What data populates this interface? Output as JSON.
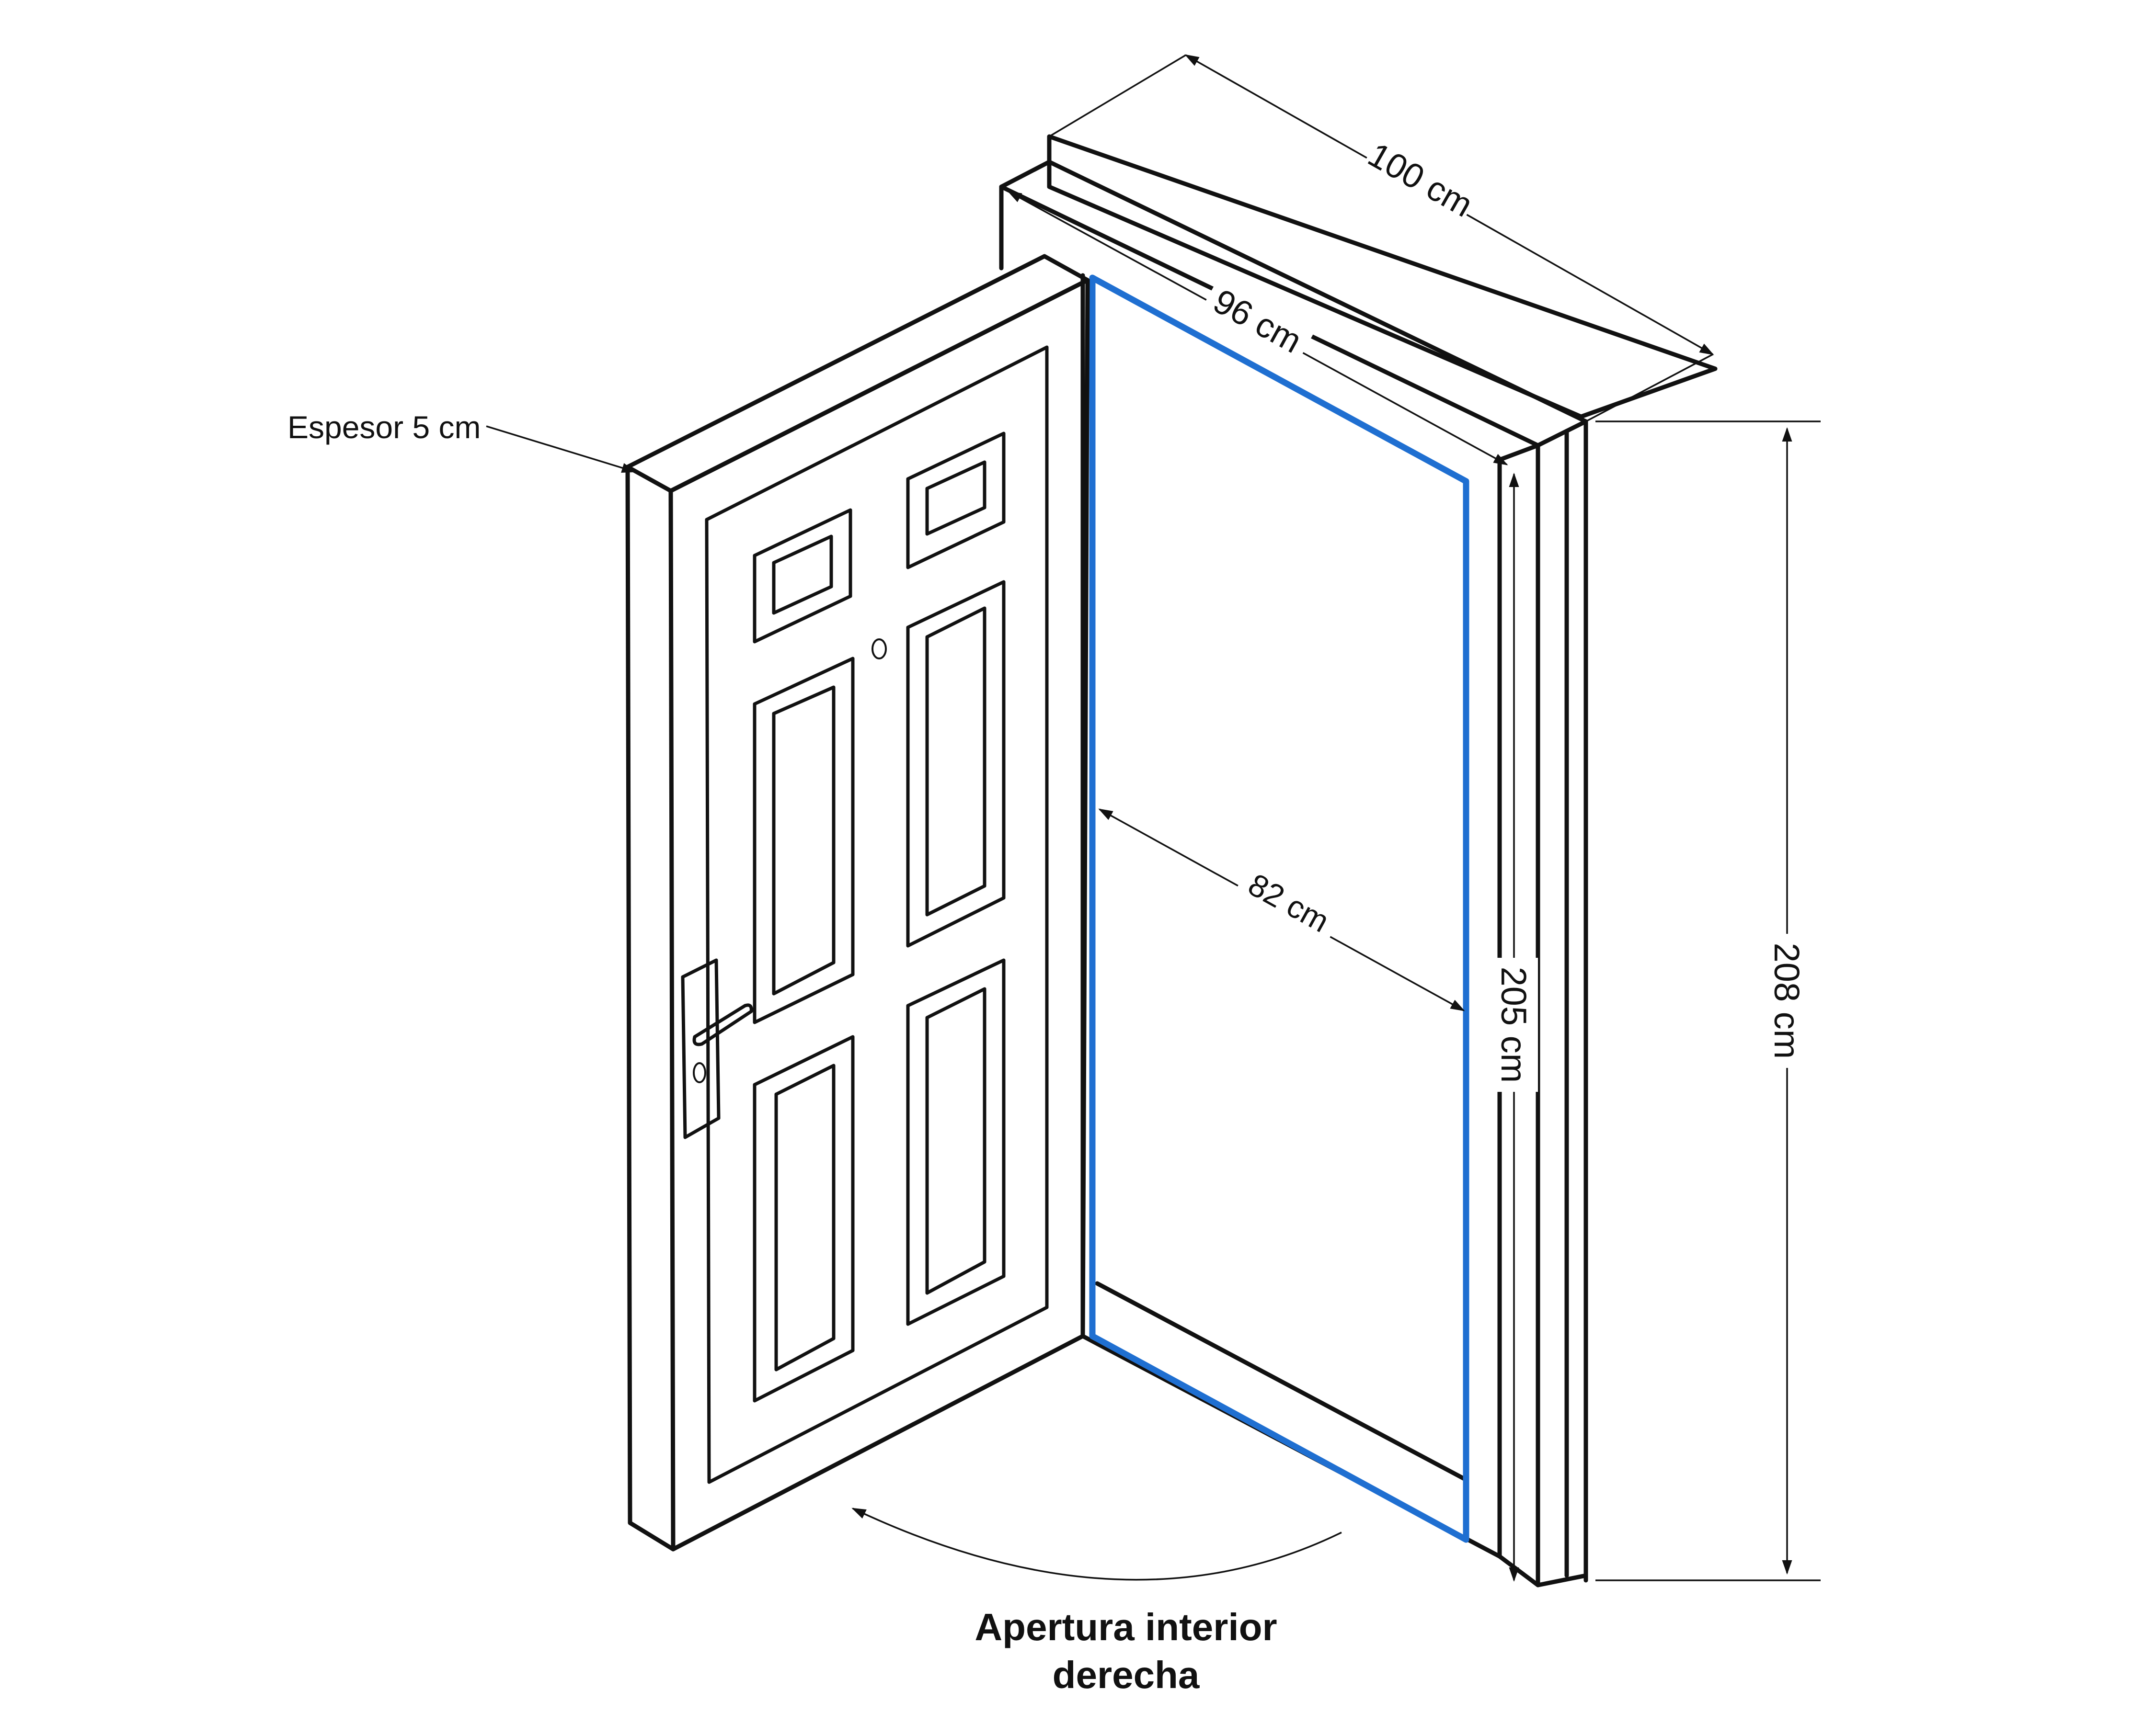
{
  "labels": {
    "width_outer": "100 cm",
    "width_frame_inner": "96 cm",
    "width_passage": "82 cm",
    "height_inner": "205 cm",
    "height_outer": "208 cm",
    "thickness": "Espesor 5 cm",
    "opening_line1": "Apertura interior",
    "opening_line2": "derecha"
  },
  "colors": {
    "line": "#111111",
    "highlight": "#1f6fd1",
    "background": "#ffffff"
  }
}
